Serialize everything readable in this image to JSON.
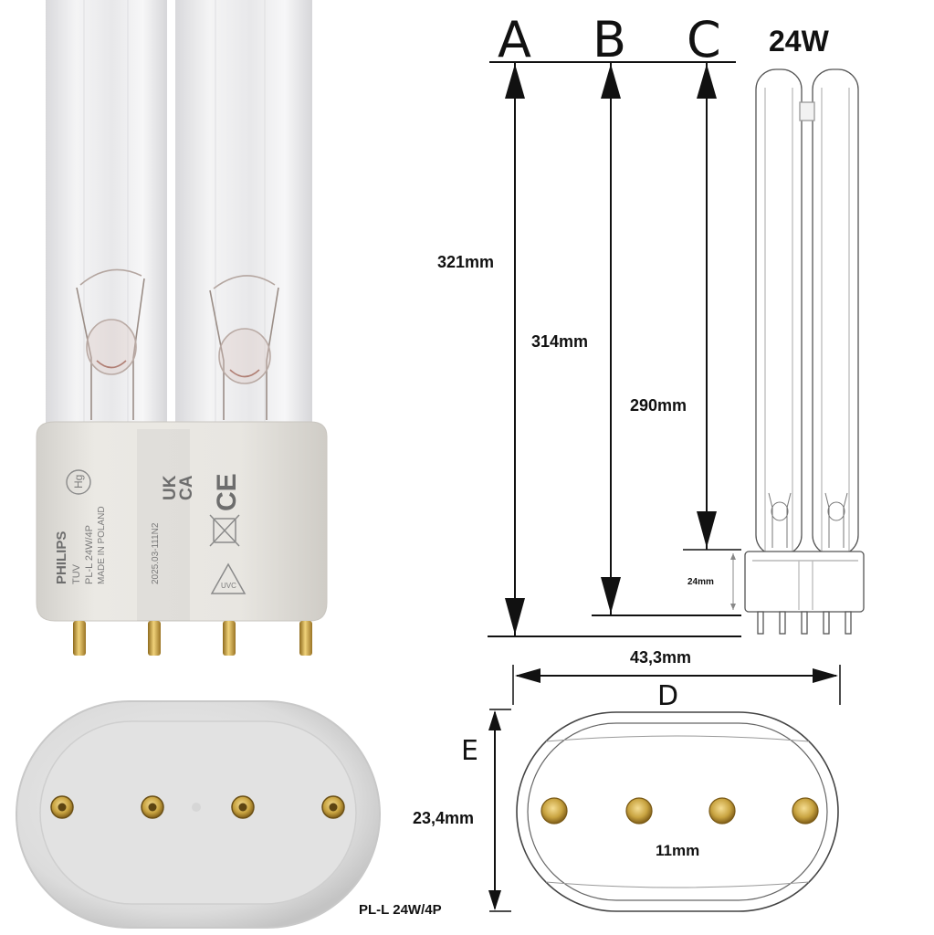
{
  "diagram": {
    "wattage": "24W",
    "model_label": "PL-L 24W/4P",
    "dimension_letters": {
      "a": "A",
      "b": "B",
      "c": "C",
      "d": "D",
      "e": "E"
    },
    "dimensions": {
      "a": "321mm",
      "b": "314mm",
      "c": "290mm",
      "base_height": "24mm",
      "width": "43,3mm",
      "depth": "23,4mm",
      "pin_spacing": "11mm"
    }
  },
  "photo_markings": {
    "brand": "PHILIPS",
    "line1": "TUV",
    "line2": "PL-L  24W/4P",
    "line3": "MADE IN POLAND",
    "code": "2025.03-111N2",
    "hg": "Hg",
    "ukca_top": "UK",
    "ukca_bottom": "CA",
    "ce": "CE",
    "uvc": "UVC"
  },
  "colors": {
    "glass": "#eeeeef",
    "base": "#e6e4df",
    "pin_gold": "#c9a441",
    "line": "#111111"
  },
  "icons": [
    "arrow-head-icon",
    "hg-symbol-icon",
    "ukca-mark-icon",
    "ce-mark-icon",
    "weee-bin-icon",
    "uvc-warning-icon"
  ]
}
